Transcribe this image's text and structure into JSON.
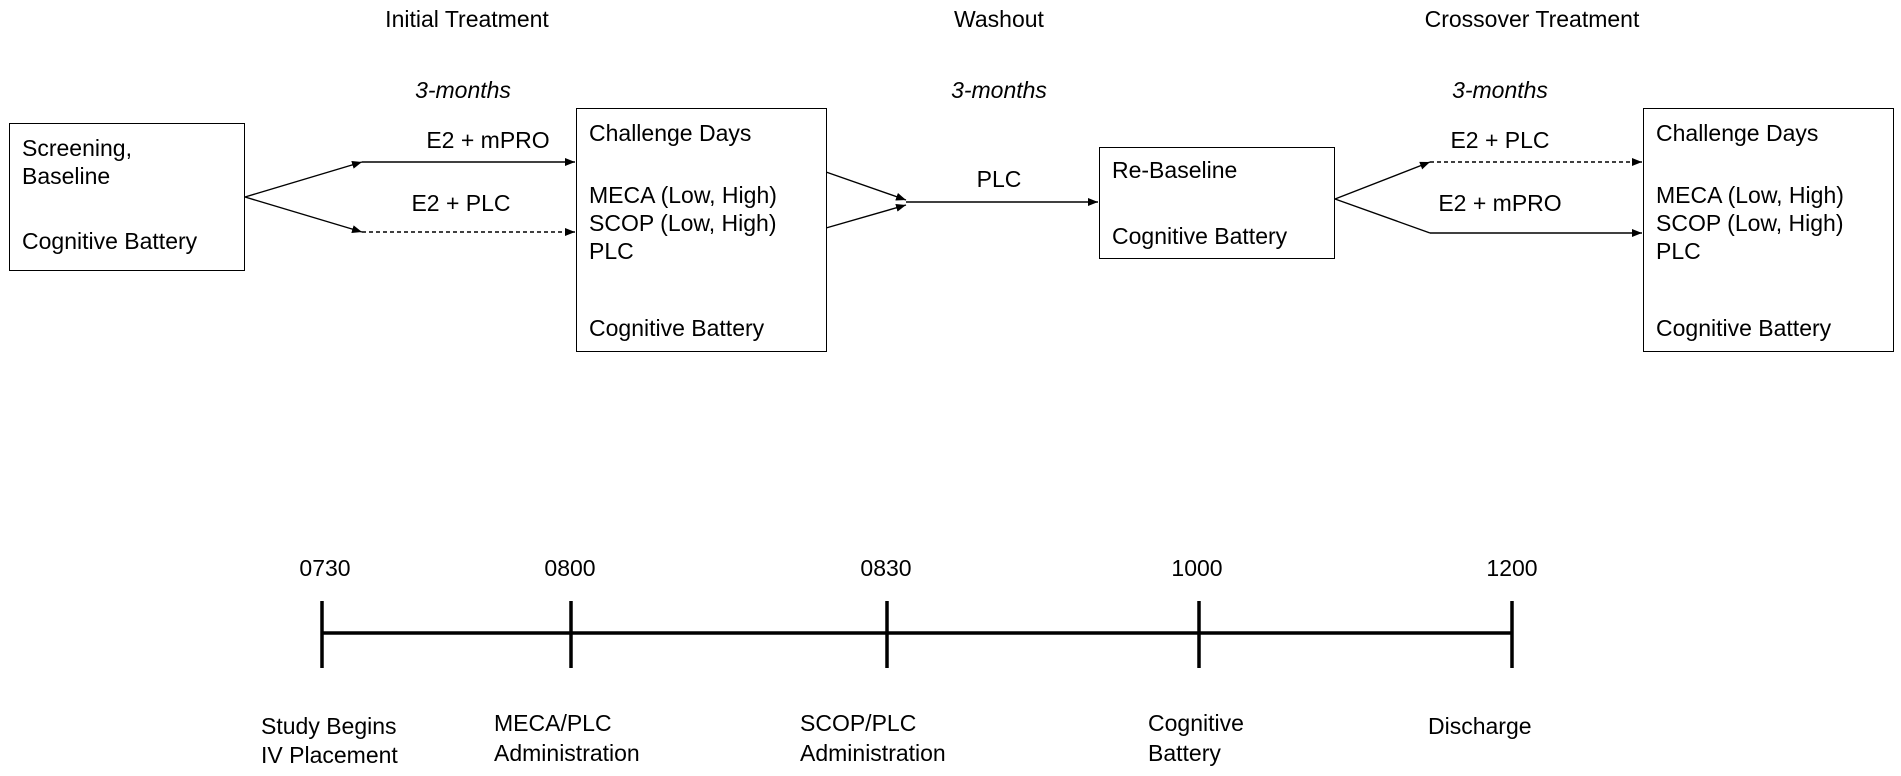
{
  "phases": {
    "initial": {
      "title": "Initial Treatment",
      "duration": "3-months"
    },
    "washout": {
      "title": "Washout",
      "duration": "3-months"
    },
    "crossover": {
      "title": "Crossover Treatment",
      "duration": "3-months"
    }
  },
  "boxes": {
    "screening": {
      "lines": [
        "Screening,",
        "Baseline",
        "Cognitive Battery"
      ]
    },
    "challenge1": {
      "lines": [
        "Challenge  Days",
        "MECA (Low, High)",
        "SCOP (Low, High)",
        "PLC",
        "Cognitive Battery"
      ]
    },
    "rebaseline": {
      "lines": [
        "Re-Baseline",
        "Cognitive Battery"
      ]
    },
    "challenge2": {
      "lines": [
        "Challenge  Days",
        "MECA (Low, High)",
        "SCOP (Low, High)",
        "PLC",
        "Cognitive Battery"
      ]
    }
  },
  "arrows": {
    "initial_top": "E2 + mPRO",
    "initial_bottom": "E2 + PLC",
    "washout": "PLC",
    "crossover_top": "E2 + PLC",
    "crossover_bottom": "E2 + mPRO"
  },
  "timeline": [
    {
      "time": "0730",
      "label1": "Study Begins",
      "label2": "IV Placement"
    },
    {
      "time": "0800",
      "label1": "MECA/PLC",
      "label2": "Administration"
    },
    {
      "time": "0830",
      "label1": "SCOP/PLC",
      "label2": "Administration"
    },
    {
      "time": "1000",
      "label1": "Cognitive",
      "label2": "Battery"
    },
    {
      "time": "1200",
      "label1": "Discharge",
      "label2": ""
    }
  ]
}
